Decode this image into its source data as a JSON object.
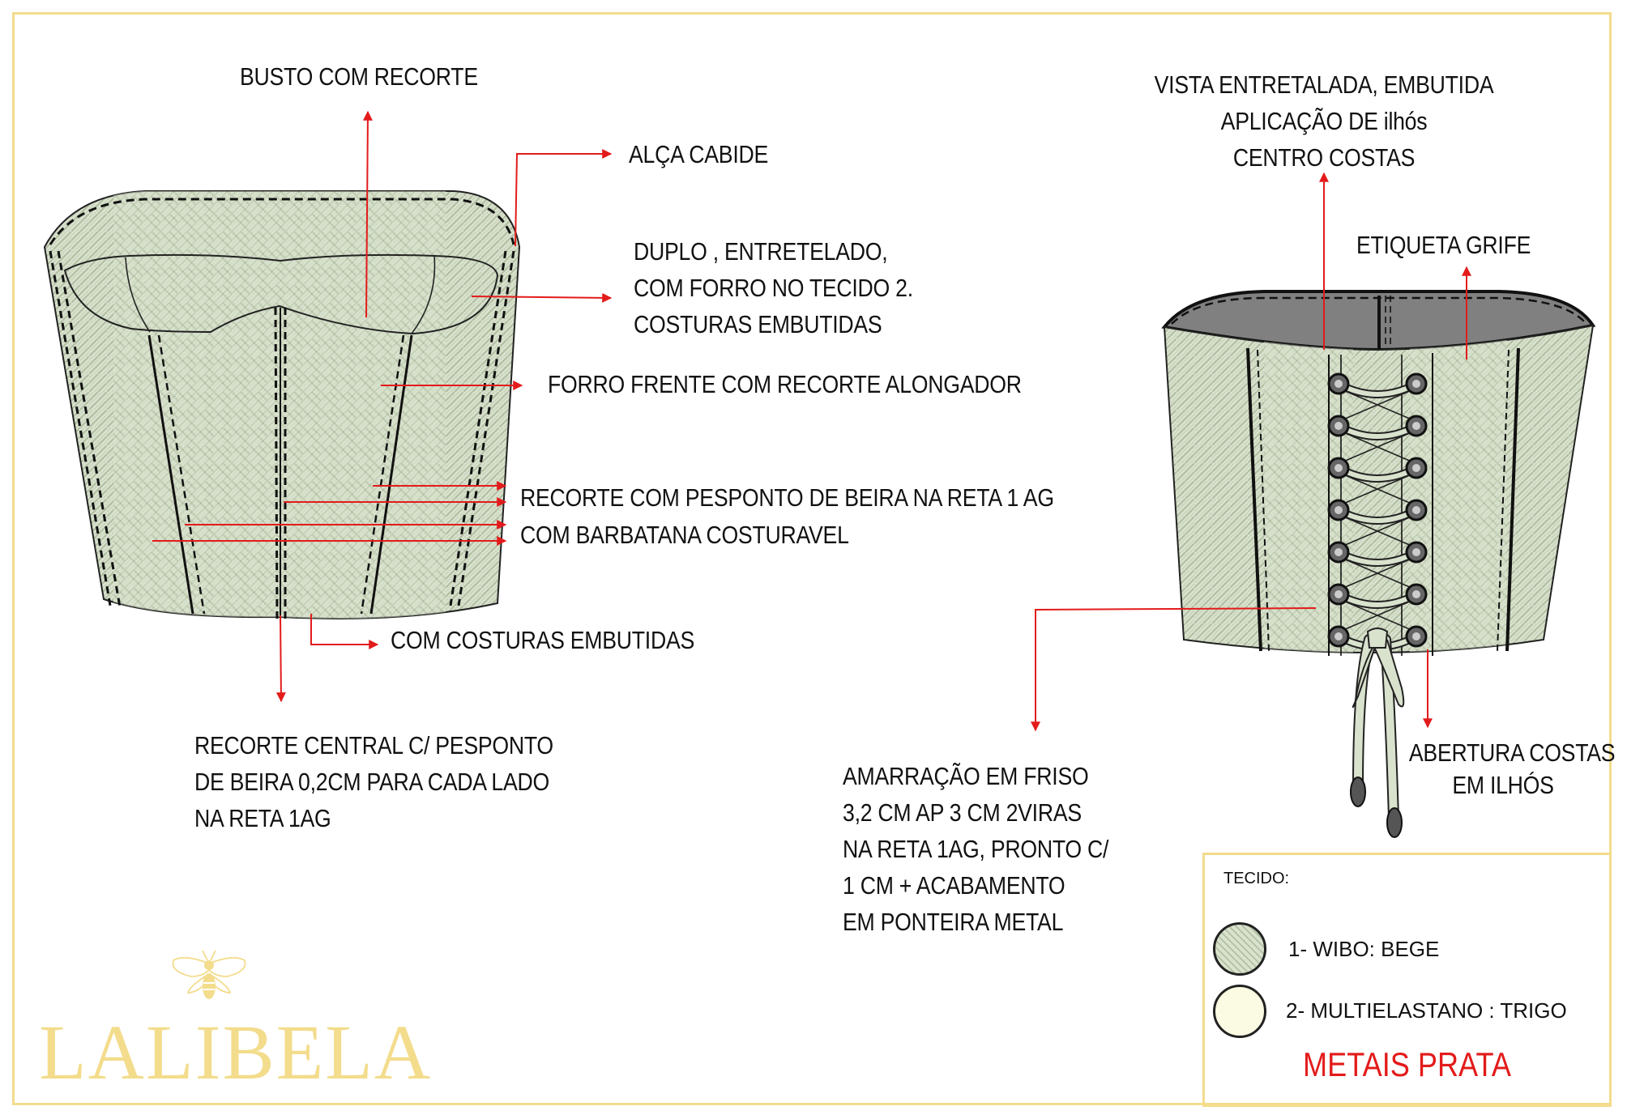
{
  "colors": {
    "frame": "#f3dc8c",
    "fabric": "#d9e2cd",
    "fabric_weave": "#aab89c",
    "lining_inside": "#808080",
    "annotation_arrow": "#e31b1b",
    "metals_text": "#e31b1b",
    "fabric_2_swatch": "#fbfbe3"
  },
  "front_view": {
    "labels": {
      "busto": "BUSTO COM RECORTE",
      "alca": "ALÇA CABIDE",
      "duplo": [
        "DUPLO , ENTRETELADO,",
        "COM FORRO NO TECIDO 2.",
        "COSTURAS EMBUTIDAS"
      ],
      "forro": "FORRO FRENTE COM RECORTE ALONGADOR",
      "recorte_pesponto": "RECORTE COM PESPONTO DE BEIRA NA RETA 1 AG",
      "barbatana": "COM BARBATANA COSTURAVEL",
      "costuras": "COM COSTURAS EMBUTIDAS",
      "central": [
        "RECORTE CENTRAL C/ PESPONTO",
        "DE BEIRA 0,2CM PARA CADA LADO",
        "NA RETA 1AG"
      ]
    }
  },
  "back_view": {
    "labels": {
      "vista": [
        "VISTA ENTRETALADA, EMBUTIDA",
        "APLICAÇÃO DE ilhós",
        "CENTRO COSTAS"
      ],
      "etiqueta": "ETIQUETA GRIFE",
      "amarracao": [
        "AMARRAÇÃO EM FRISO",
        "3,2 CM AP 3 CM 2VIRAS",
        "NA RETA 1AG, PRONTO C/",
        "1 CM +  ACABAMENTO",
        "EM PONTEIRA METAL"
      ],
      "abertura": [
        "ABERTURA COSTAS",
        "EM ILHÓS"
      ]
    },
    "eyelet_pairs": 7
  },
  "legend": {
    "title": "TECIDO:",
    "items": [
      {
        "label": "1- WIBO: BEGE",
        "swatch": "herringbone"
      },
      {
        "label": "2- MULTIELASTANO : TRIGO",
        "swatch": "solid"
      }
    ],
    "metals": "METAIS PRATA"
  },
  "brand": {
    "name": "LALIBELA",
    "icon": "bee-icon"
  }
}
